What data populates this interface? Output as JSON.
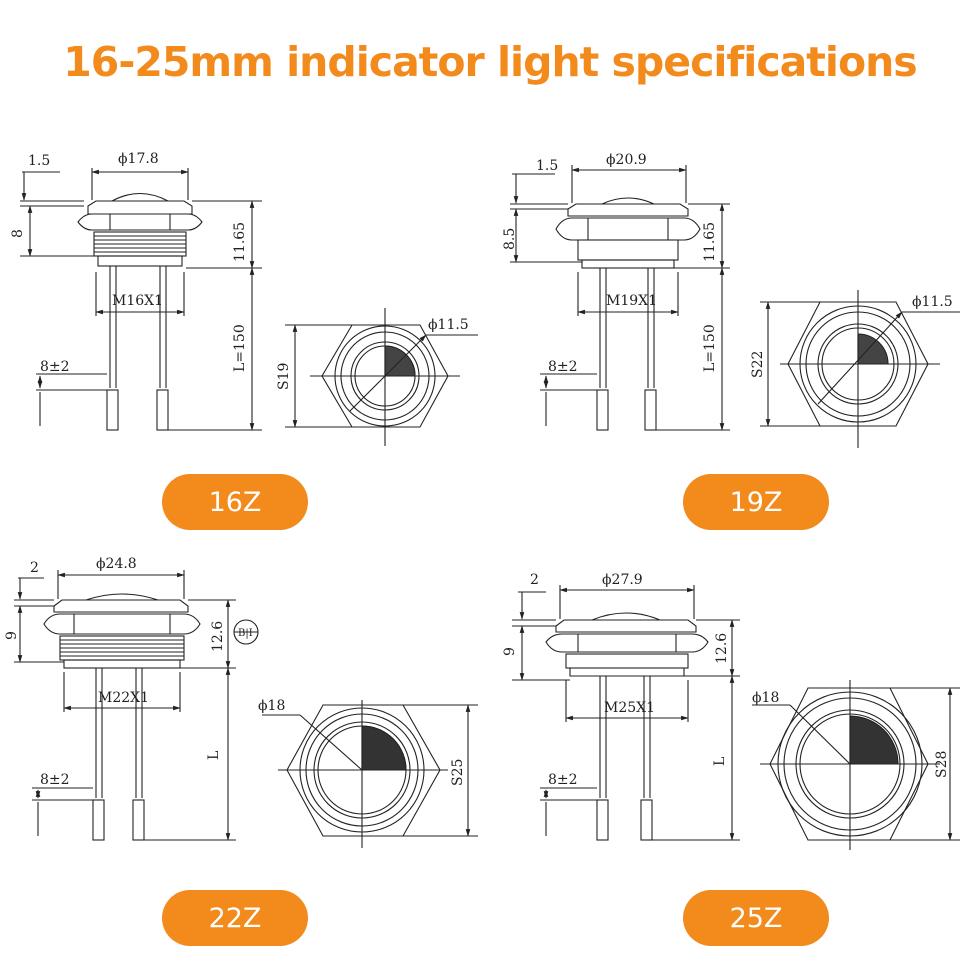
{
  "title": "16-25mm indicator light specifications",
  "accent_color": "#f28a1c",
  "models": [
    {
      "label": "16Z",
      "flange_thickness": "1.5",
      "head_diameter": "ϕ17.8",
      "height": "8",
      "body_height": "11.65",
      "thread": "M16X1",
      "lead_length": "L=150",
      "tip": "8±2",
      "lens": "ϕ11.5",
      "hex": "S19"
    },
    {
      "label": "19Z",
      "flange_thickness": "1.5",
      "head_diameter": "ϕ20.9",
      "height": "8.5",
      "body_height": "11.65",
      "thread": "M19X1",
      "lead_length": "L=150",
      "tip": "8±2",
      "lens": "ϕ11.5",
      "hex": "S22"
    },
    {
      "label": "22Z",
      "flange_thickness": "2",
      "head_diameter": "ϕ24.8",
      "height": "9",
      "body_height": "12.6",
      "thread": "M22X1",
      "lead_length": "L",
      "tip": "8±2",
      "lens": "ϕ18",
      "hex": "S25",
      "section_mark": "B|I"
    },
    {
      "label": "25Z",
      "flange_thickness": "2",
      "head_diameter": "ϕ27.9",
      "height": "9",
      "body_height": "12.6",
      "thread": "M25X1",
      "lead_length": "L",
      "tip": "8±2",
      "lens": "ϕ18",
      "hex": "S28"
    }
  ]
}
